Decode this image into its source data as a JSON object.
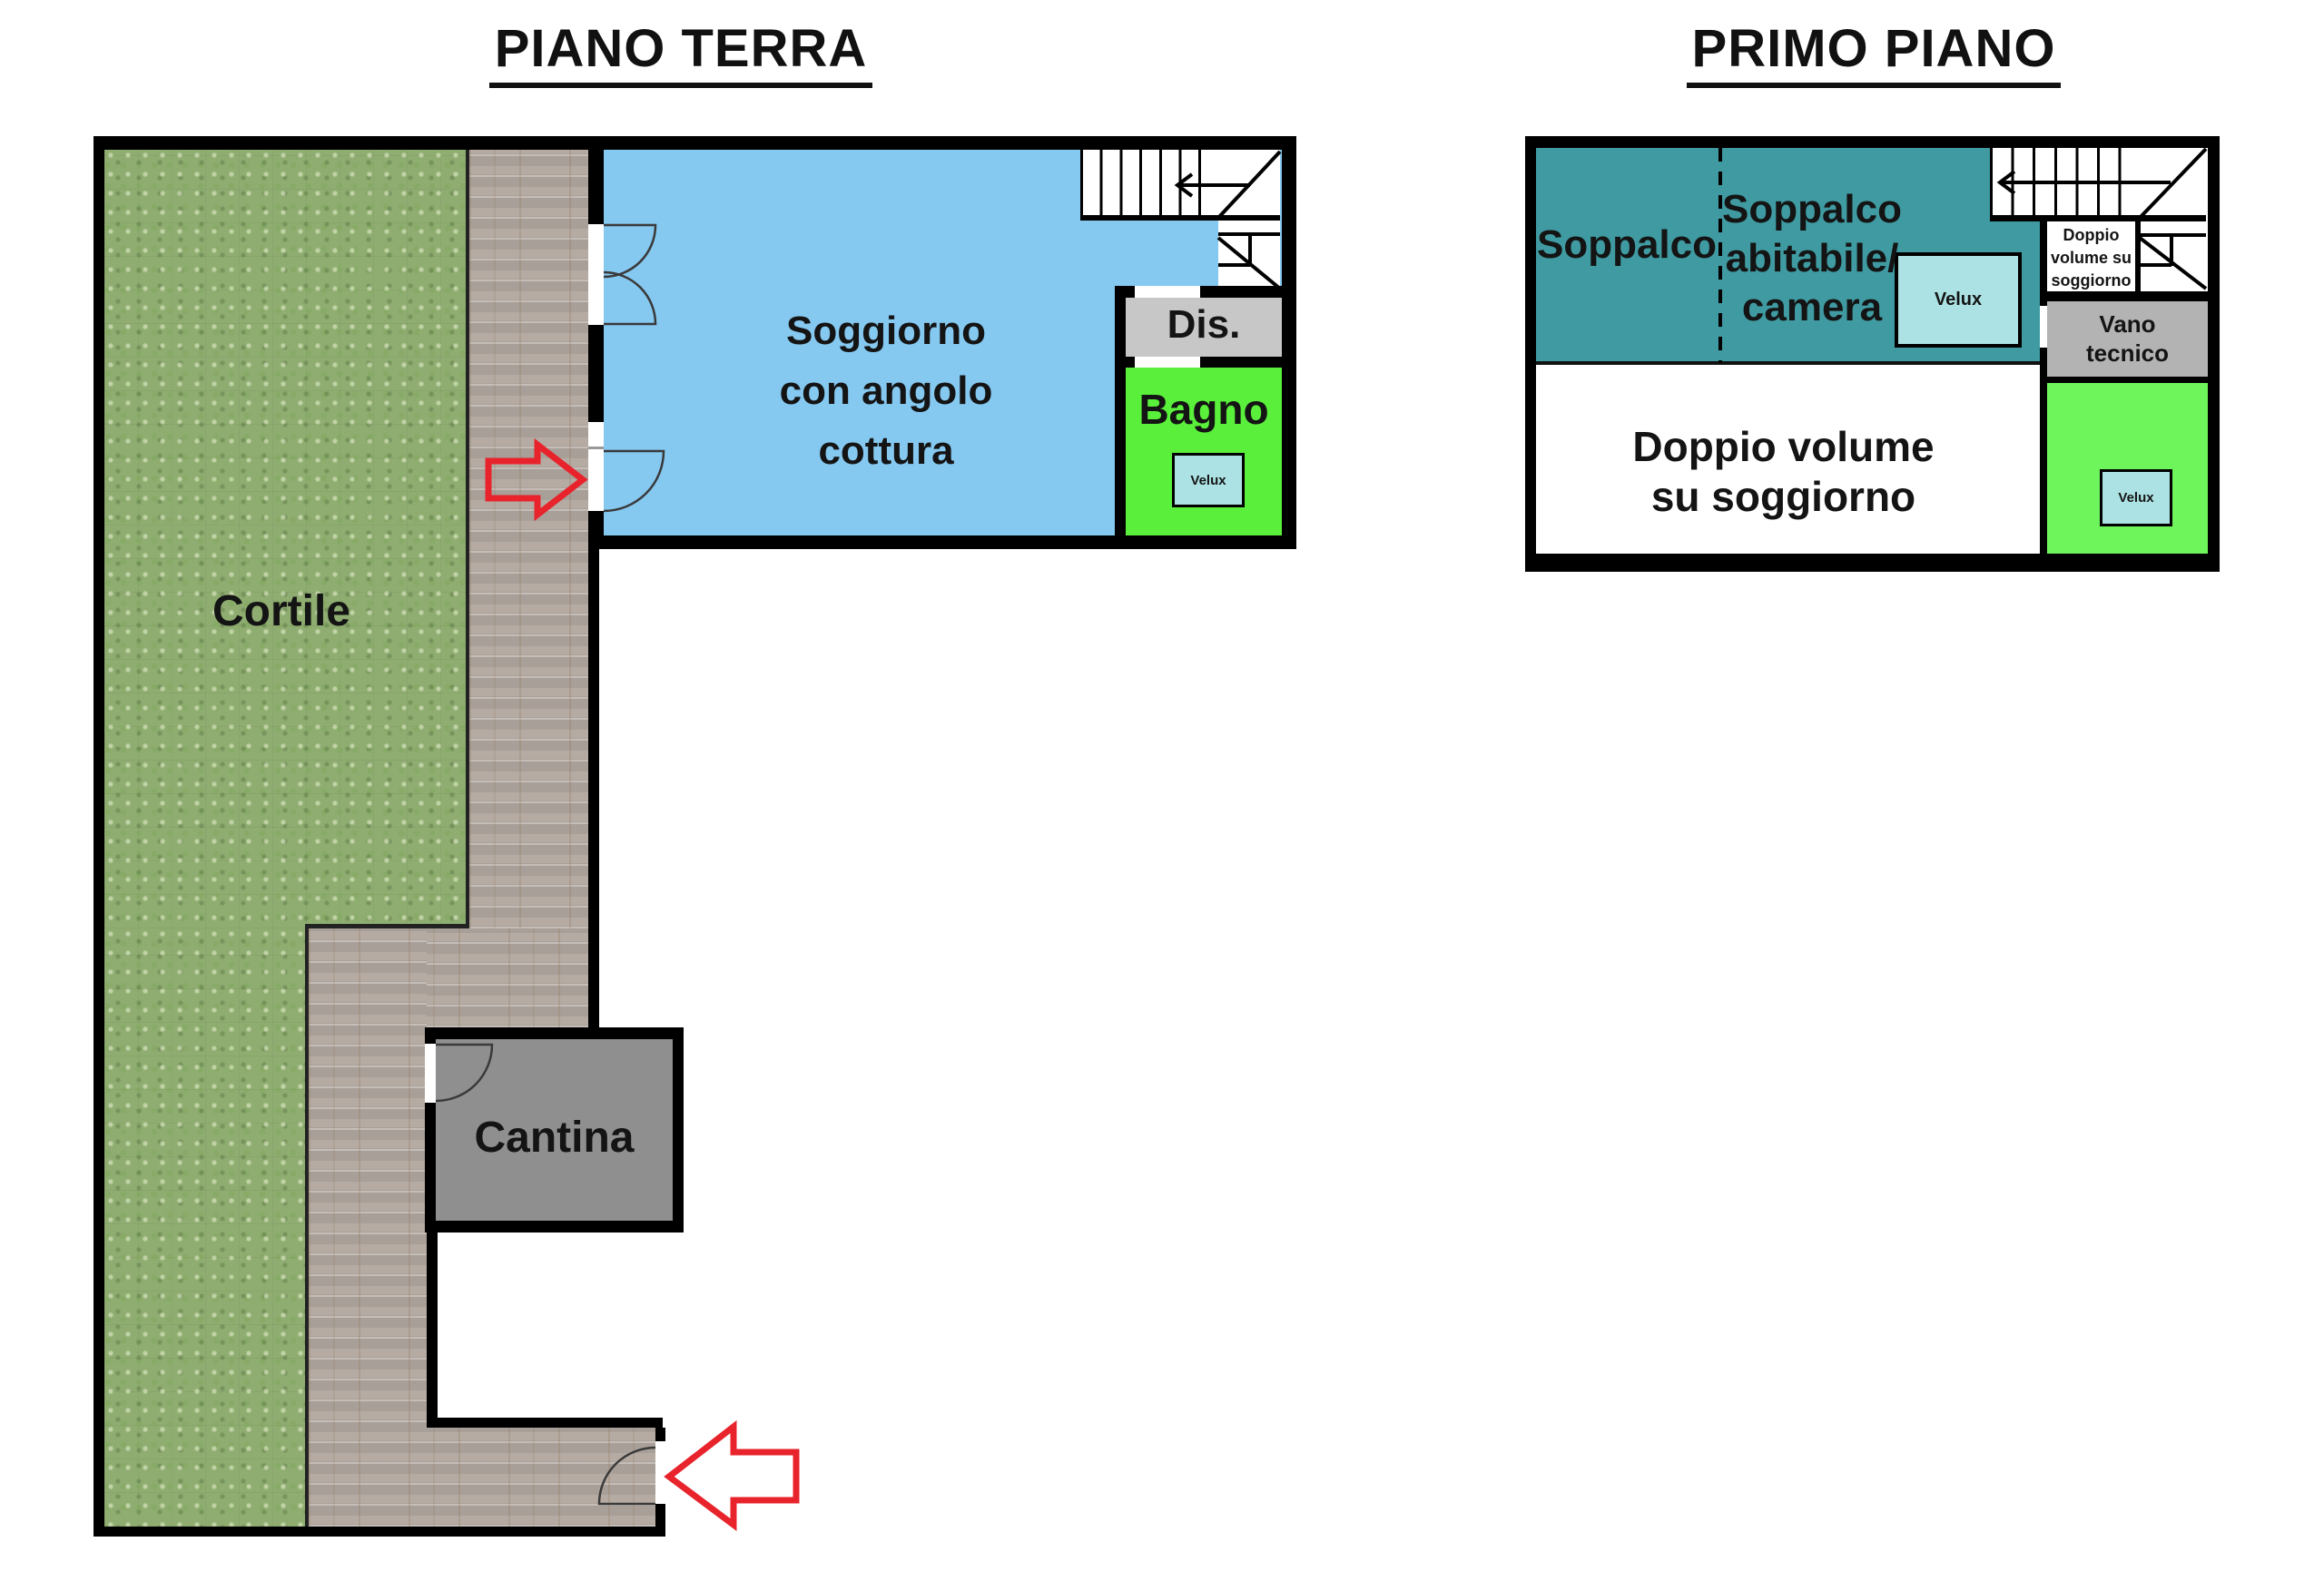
{
  "titles": {
    "left": "PIANO TERRA",
    "right": "PRIMO PIANO"
  },
  "ground_floor": {
    "cortile_label": "Cortile",
    "soggiorno_lines": [
      "Soggiorno",
      "con angolo",
      "cottura"
    ],
    "dis_label": "Dis.",
    "bagno_label": "Bagno",
    "bagno_velux_label": "Velux",
    "cantina_label": "Cantina"
  },
  "first_floor": {
    "soppalco_label": "Soppalco",
    "soppalco_abitabile_lines": [
      "Soppalco",
      "abitabile/",
      "camera"
    ],
    "soppalco_velux_label": "Velux",
    "doppio_volume_small_lines": [
      "Doppio",
      "volume su",
      "soggiorno"
    ],
    "vano_tecnico_lines": [
      "Vano",
      "tecnico"
    ],
    "doppio_volume_main_lines": [
      "Doppio volume",
      "su soggiorno"
    ],
    "green_velux_label": "Velux"
  },
  "colors": {
    "wall": "#000000",
    "soggiorno_blue": "#85C8F0",
    "soppalco_teal": "#3F9AA1",
    "bagno_green": "#59EF3B",
    "first_floor_green": "#6FF55C",
    "velux_fill": "#ACE2E3",
    "dis_gray": "#C7C7C7",
    "vano_gray": "#B3B3B3",
    "cantina_gray": "#8F8F8F",
    "grass": "#8FAD71",
    "paving": "#B5ABA3",
    "arrow_red": "#E8232B"
  }
}
